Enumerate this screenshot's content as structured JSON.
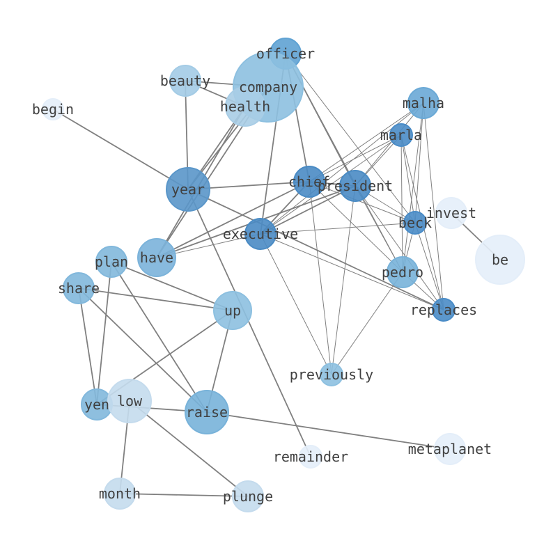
{
  "nodes": [
    {
      "id": "officer",
      "color": "#5fa2d3"
    },
    {
      "id": "company",
      "color": "#8dc0e0"
    },
    {
      "id": "beauty",
      "color": "#a3cbe5"
    },
    {
      "id": "health",
      "color": "#a8cde6"
    },
    {
      "id": "begin",
      "color": "#e4eef9"
    },
    {
      "id": "malha",
      "color": "#6aa9d6"
    },
    {
      "id": "marla",
      "color": "#4a8cc7"
    },
    {
      "id": "year",
      "color": "#5a96c9"
    },
    {
      "id": "chief",
      "color": "#4a8bc4"
    },
    {
      "id": "president",
      "color": "#4a8bc4"
    },
    {
      "id": "invest",
      "color": "#e4eef9"
    },
    {
      "id": "beck",
      "color": "#4a8cc7"
    },
    {
      "id": "executive",
      "color": "#4a8bc4"
    },
    {
      "id": "be",
      "color": "#e4eef9"
    },
    {
      "id": "have",
      "color": "#7bb3da"
    },
    {
      "id": "plan",
      "color": "#82b8dc"
    },
    {
      "id": "pedro",
      "color": "#78b2d9"
    },
    {
      "id": "share",
      "color": "#82b8dc"
    },
    {
      "id": "up",
      "color": "#8dc0e0"
    },
    {
      "id": "replaces",
      "color": "#4a8cc7"
    },
    {
      "id": "previously",
      "color": "#8dc0e0"
    },
    {
      "id": "yen",
      "color": "#82b8dc"
    },
    {
      "id": "low",
      "color": "#c4dbed"
    },
    {
      "id": "raise",
      "color": "#78b2d9"
    },
    {
      "id": "remainder",
      "color": "#e4eef9"
    },
    {
      "id": "metaplanet",
      "color": "#e4eef9"
    },
    {
      "id": "month",
      "color": "#c4dbed"
    },
    {
      "id": "plunge",
      "color": "#c4dbed"
    }
  ],
  "edges": [
    [
      "begin",
      "year"
    ],
    [
      "beauty",
      "year"
    ],
    [
      "beauty",
      "company"
    ],
    [
      "beauty",
      "health"
    ],
    [
      "year",
      "company"
    ],
    [
      "year",
      "health"
    ],
    [
      "have",
      "company"
    ],
    [
      "have",
      "health"
    ],
    [
      "year",
      "chief"
    ],
    [
      "year",
      "remainder"
    ],
    [
      "year",
      "replaces"
    ],
    [
      "executive",
      "officer"
    ],
    [
      "chief",
      "officer"
    ],
    [
      "president",
      "officer"
    ],
    [
      "officer",
      "beck"
    ],
    [
      "officer",
      "pedro"
    ],
    [
      "executive",
      "chief"
    ],
    [
      "executive",
      "president"
    ],
    [
      "executive",
      "marla"
    ],
    [
      "executive",
      "malha"
    ],
    [
      "executive",
      "beck"
    ],
    [
      "executive",
      "have"
    ],
    [
      "executive",
      "previously"
    ],
    [
      "executive",
      "replaces"
    ],
    [
      "chief",
      "marla"
    ],
    [
      "chief",
      "malha"
    ],
    [
      "chief",
      "president"
    ],
    [
      "chief",
      "beck"
    ],
    [
      "chief",
      "pedro"
    ],
    [
      "chief",
      "previously"
    ],
    [
      "president",
      "marla"
    ],
    [
      "president",
      "malha"
    ],
    [
      "president",
      "beck"
    ],
    [
      "president",
      "pedro"
    ],
    [
      "president",
      "replaces"
    ],
    [
      "president",
      "previously"
    ],
    [
      "marla",
      "pedro"
    ],
    [
      "marla",
      "beck"
    ],
    [
      "marla",
      "replaces"
    ],
    [
      "malha",
      "pedro"
    ],
    [
      "malha",
      "beck"
    ],
    [
      "malha",
      "replaces"
    ],
    [
      "beck",
      "pedro"
    ],
    [
      "beck",
      "replaces"
    ],
    [
      "pedro",
      "replaces"
    ],
    [
      "pedro",
      "previously"
    ],
    [
      "invest",
      "be"
    ],
    [
      "have",
      "chief"
    ],
    [
      "have",
      "president"
    ],
    [
      "plan",
      "up"
    ],
    [
      "plan",
      "raise"
    ],
    [
      "plan",
      "yen"
    ],
    [
      "share",
      "up"
    ],
    [
      "share",
      "raise"
    ],
    [
      "share",
      "yen"
    ],
    [
      "up",
      "raise"
    ],
    [
      "up",
      "yen"
    ],
    [
      "yen",
      "raise"
    ],
    [
      "raise",
      "metaplanet"
    ],
    [
      "low",
      "month"
    ],
    [
      "low",
      "plunge"
    ],
    [
      "month",
      "plunge"
    ]
  ]
}
